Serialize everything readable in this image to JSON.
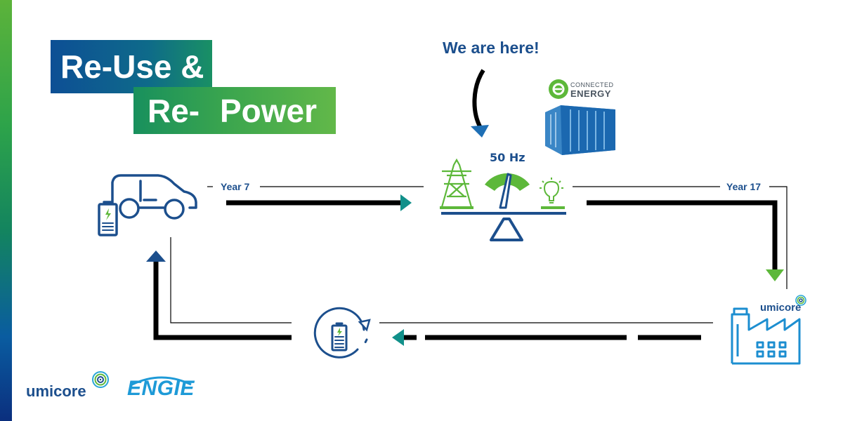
{
  "title": {
    "line1": "Re-Use &",
    "line2_part1": "Re-",
    "line2_part2": "Power"
  },
  "annotation": {
    "we_are_here": "We are here!"
  },
  "timeline": {
    "year_7": "Year 7",
    "year_17": "Year 17"
  },
  "grid": {
    "frequency": "50 Hz"
  },
  "partners": {
    "connected_energy_line1": "CONNECTED",
    "connected_energy_line2": "ENERGY",
    "umicore_small": "umicore",
    "umicore": "umicore",
    "engie": "ENGIE"
  },
  "colors": {
    "navy": "#1c4f8d",
    "green": "#5db83a",
    "teal": "#11908a",
    "black": "#000000",
    "engie_blue": "#1e9ad7"
  },
  "icons": [
    "car-battery-icon",
    "power-pylon-icon",
    "balance-scale-icon",
    "lightbulb-icon",
    "container-battery-icon",
    "factory-icon",
    "battery-recycle-icon"
  ]
}
